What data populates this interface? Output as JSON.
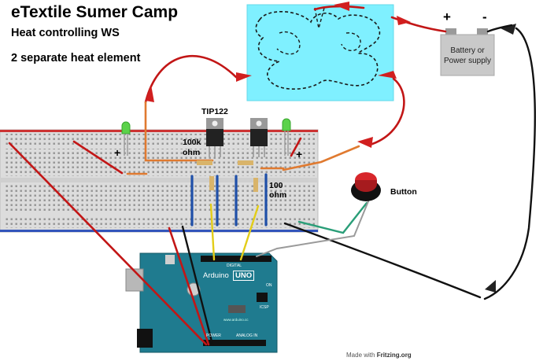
{
  "title": "eTextile Sumer Camp",
  "subtitle": "Heat controlling WS",
  "subtitle2": "2 separate heat element",
  "labels": {
    "transistor": "TIP122",
    "resistor1_value": "100k",
    "resistor1_unit": "ohm",
    "resistor2_value": "100",
    "resistor2_unit": "ohm",
    "plus_left": "+",
    "plus_right": "+",
    "button": "Button",
    "battery_plus": "+",
    "battery_minus": "-",
    "battery_line1": "Battery or",
    "battery_line2": "Power supply"
  },
  "arduino": {
    "brand": "Arduino",
    "model": "UNO",
    "digital": "DIGITAL",
    "on": "ON",
    "icsp": "ICSP",
    "analog": "ANALOG IN",
    "power": "POWER",
    "url": "www.arduino.cc"
  },
  "credit": {
    "made_with": "Made with",
    "brand": "Fritzing.org"
  },
  "colors": {
    "heat_panel": "#7ff0ff",
    "breadboard": "#dddddd",
    "arduino_board": "#1f7b8f",
    "wire_red": "#cc1111",
    "wire_black": "#111111",
    "wire_orange": "#e07a30",
    "wire_yellow": "#e8d21a",
    "wire_blue": "#1f4fa8",
    "wire_green": "#2a9e78",
    "button_red": "#d7262b"
  }
}
